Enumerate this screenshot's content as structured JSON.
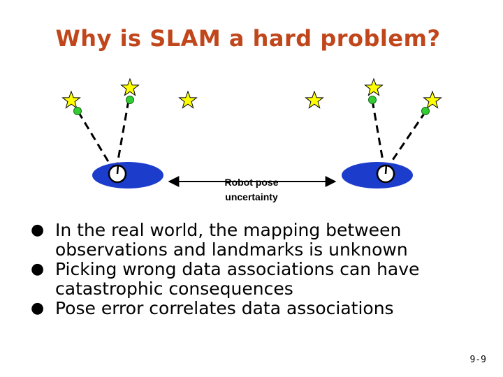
{
  "slide": {
    "title": "Why is SLAM a hard problem?",
    "page_number": "9-9",
    "colors": {
      "title": "#c0461c",
      "robot": "#1c3ccc",
      "star": "#ffff00",
      "observation": "#33cc33"
    }
  },
  "diagram": {
    "pose_label_line1": "Robot pose",
    "pose_label_line2": "uncertainty",
    "icons": [
      "robot",
      "landmark-star",
      "observation-dot",
      "uncertainty-arrow"
    ]
  },
  "bullets": [
    {
      "text": "In the real world, the mapping between observations and landmarks is unknown"
    },
    {
      "text": "Picking wrong data associations can have catastrophic consequences"
    },
    {
      "text": "Pose error correlates data associations"
    }
  ]
}
